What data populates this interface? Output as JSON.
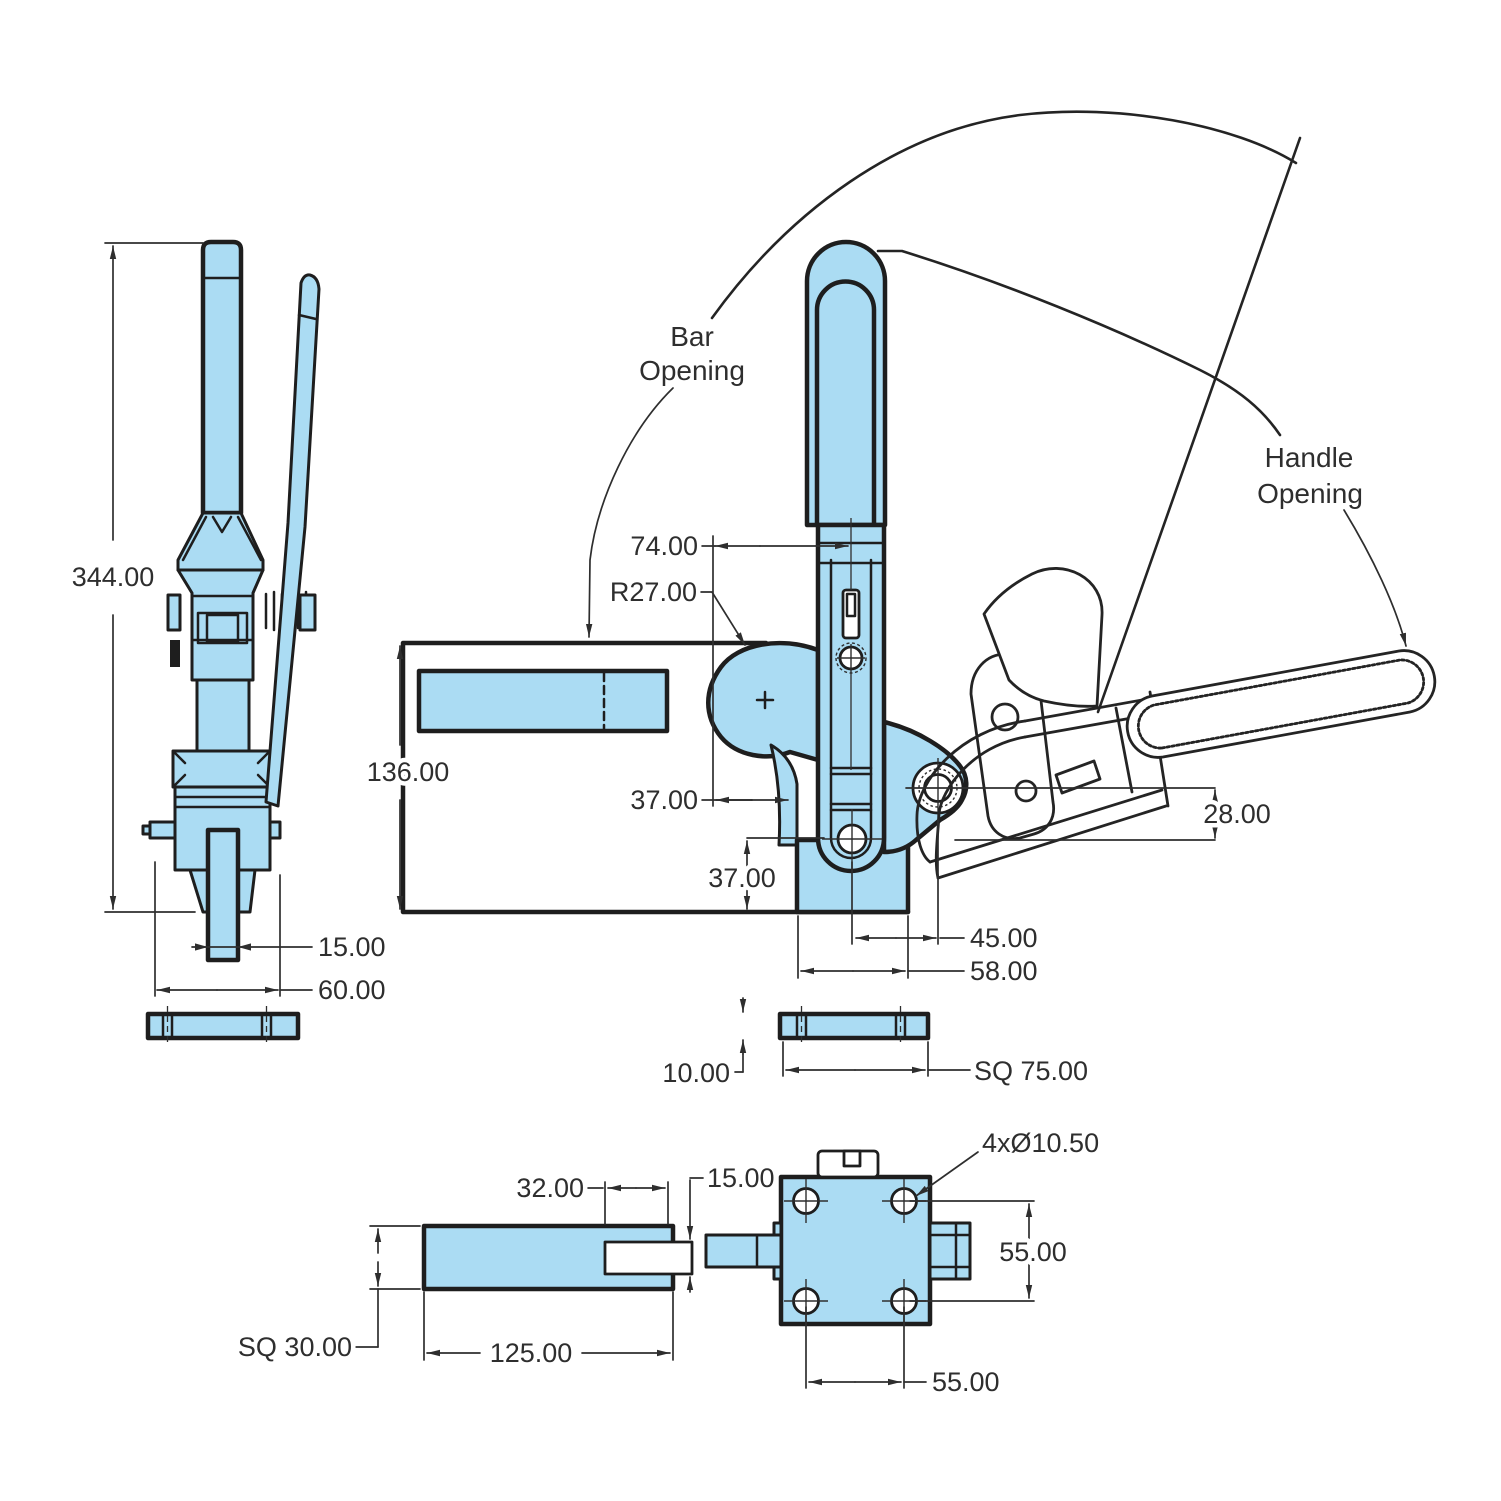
{
  "drawing": {
    "annotations": {
      "bar_opening": [
        "Bar",
        "Opening"
      ],
      "handle_opening": [
        "Handle",
        "Opening"
      ]
    },
    "side_view": {
      "overall_height": "344.00",
      "bar_width": "15.00",
      "body_width": "60.00"
    },
    "front_view": {
      "frame_height": "136.00",
      "bar_offset": "74.00",
      "lobe_radius": "R27.00",
      "face_offset": "37.00",
      "base_offset": "37.00",
      "handle_drop": "28.00",
      "pivot_spacing": "45.00",
      "body_width": "58.00"
    },
    "base_plate_side": {
      "thickness": "10.00",
      "size": "SQ 75.00"
    },
    "bar_detail": {
      "notch_length": "32.00",
      "notch_depth": "15.00",
      "length": "125.00",
      "size": "SQ 30.00"
    },
    "base_plate_top": {
      "hole_callout": "4xØ10.50",
      "hole_spacing_vertical": "55.00",
      "hole_spacing_horizontal": "55.00"
    },
    "colors": {
      "part_fill": "#abdcf3",
      "outline": "#1e1e1e",
      "dimension": "#2e2e2e"
    }
  }
}
